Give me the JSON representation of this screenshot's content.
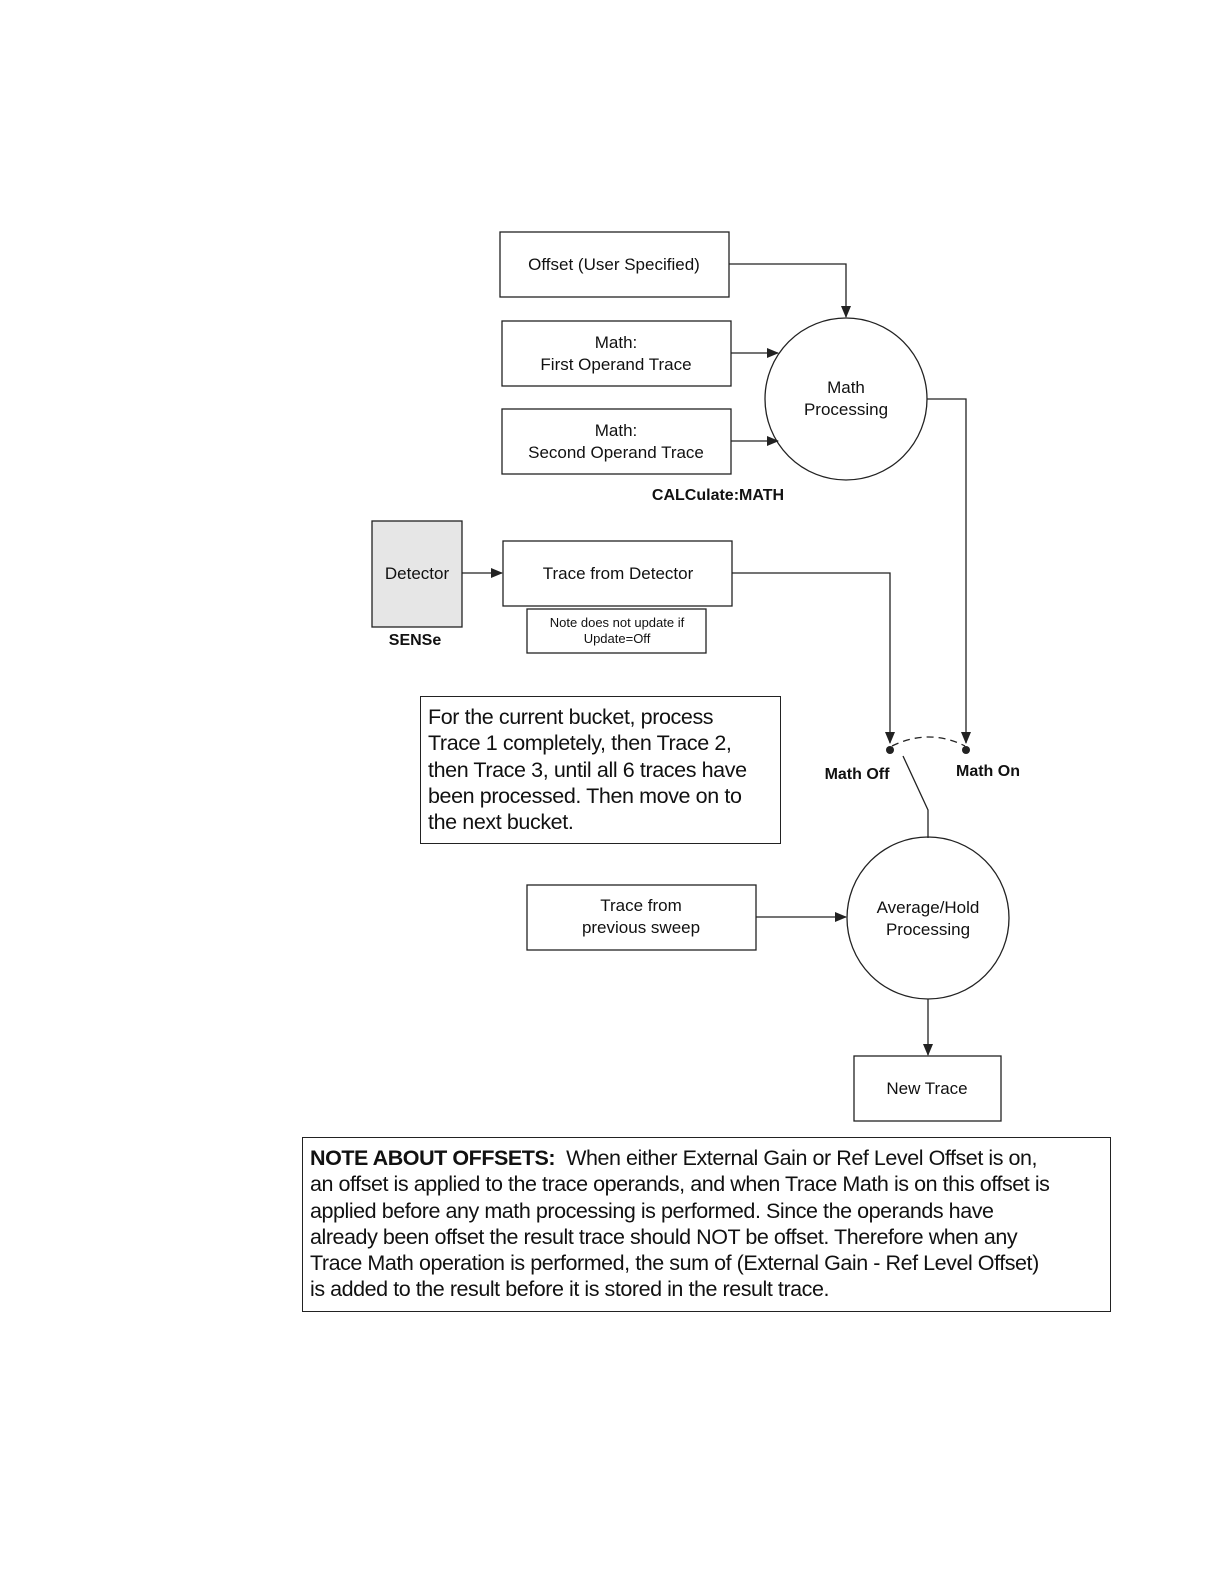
{
  "diagram": {
    "offset_box": "Offset (User Specified)",
    "first_operand": {
      "line1": "Math:",
      "line2": "First Operand Trace"
    },
    "second_operand": {
      "line1": "Math:",
      "line2": "Second Operand Trace"
    },
    "math_processing": {
      "line1": "Math",
      "line2": "Processing"
    },
    "calculate_label": "CALCulate:MATH",
    "detector_box": "Detector",
    "sense_label": "SENSe",
    "trace_from_detector": "Trace from Detector",
    "update_note": {
      "line1": "Note does not update if",
      "line2": "Update=Off"
    },
    "math_off_label": "Math Off",
    "math_on_label": "Math On",
    "trace_prev_sweep": {
      "line1": "Trace from",
      "line2": "previous sweep"
    },
    "avg_hold": {
      "line1": "Average/Hold",
      "line2": "Processing"
    },
    "new_trace": "New Trace"
  },
  "process_note": {
    "lines": [
      "For the current bucket, process",
      "Trace 1 completely, then Trace 2,",
      "then Trace 3, until all 6 traces have",
      "been processed.  Then move on to",
      "the next bucket."
    ]
  },
  "offset_note": {
    "heading": "NOTE ABOUT OFFSETS:",
    "first_line_rest": "When either External Gain or Ref Level Offset is on,",
    "lines": [
      "an offset is applied to the trace operands, and when Trace Math is on this offset is",
      "applied before any math processing is performed. Since the operands have",
      "already been offset the result trace should NOT be offset.  Therefore when any",
      "Trace Math operation is performed, the sum of (External Gain - Ref Level Offset)",
      "is added to the result before it is stored in the result trace."
    ]
  }
}
